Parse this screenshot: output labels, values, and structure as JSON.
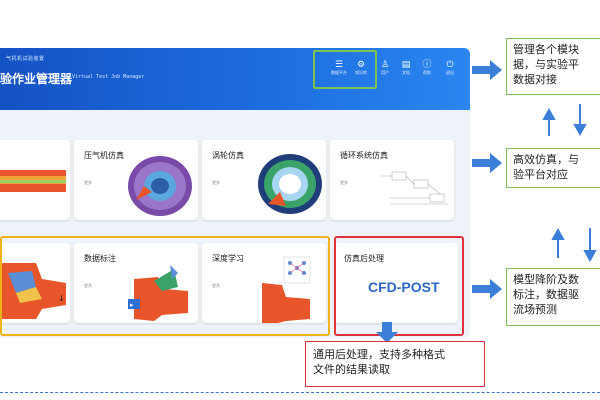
{
  "app": {
    "subtitle": "气机机试验装置",
    "title": "验作业管理器",
    "title_en": "Virtual Test Job Manager",
    "toolbar": [
      {
        "label": "数据平台",
        "icon": "database-icon"
      },
      {
        "label": "知识库",
        "icon": "knowledge-icon"
      },
      {
        "label": "用户",
        "icon": "user-icon"
      },
      {
        "label": "文档",
        "icon": "document-icon"
      },
      {
        "label": "帮助",
        "icon": "info-icon"
      },
      {
        "label": "退出",
        "icon": "power-icon"
      }
    ]
  },
  "cards": [
    {
      "title": "",
      "more": ""
    },
    {
      "title": "压气机仿真",
      "more": "更多"
    },
    {
      "title": "涡轮仿真",
      "more": "更多"
    },
    {
      "title": "循环系统仿真",
      "more": "更多"
    },
    {
      "title": "",
      "more": ""
    },
    {
      "title": "数据标注",
      "more": "更多"
    },
    {
      "title": "深度学习",
      "more": "更多"
    },
    {
      "title": "仿真后处理",
      "more": "",
      "big_text": "CFD-POST"
    }
  ],
  "callouts": {
    "top": [
      "管理各个模块",
      "据，与实验平",
      "数据对接"
    ],
    "middle": [
      "高效仿真，与",
      "验平台对应"
    ],
    "bottom": [
      "模型降阶及数",
      "标注，数据驱",
      "流场预测"
    ],
    "red": [
      "通用后处理，支持多种格式",
      "文件的结果读取"
    ]
  },
  "colors": {
    "header_blue": "#1e6fe0",
    "highlight_green": "#7dc354",
    "highlight_yellow": "#f2b21c",
    "highlight_red": "#e0323a",
    "arrow_blue": "#3b7fd8"
  }
}
